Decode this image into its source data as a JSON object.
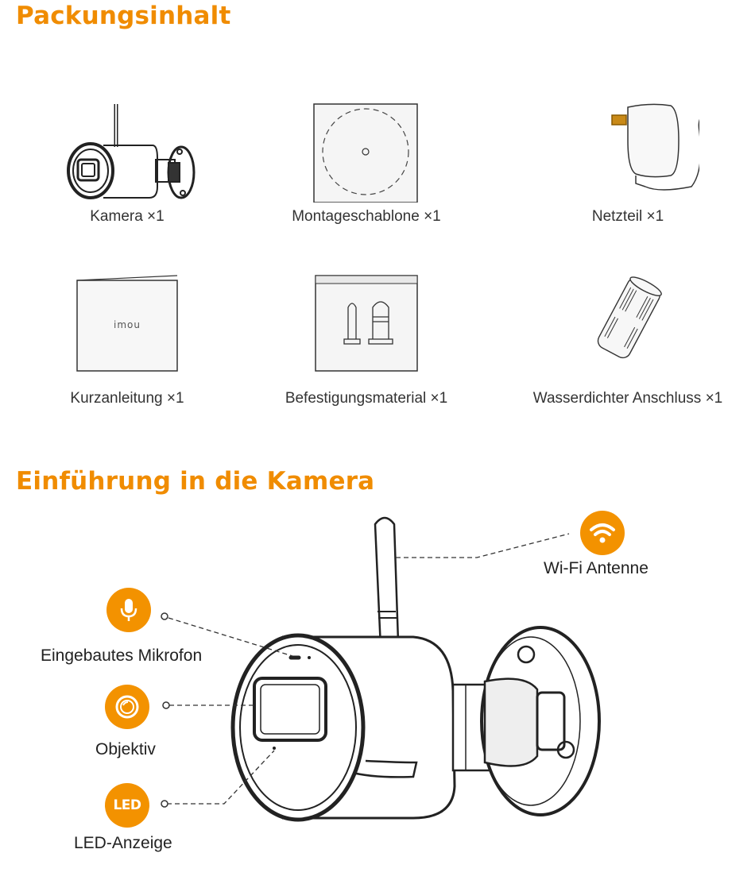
{
  "sections": {
    "package_title": "Packungsinhalt",
    "intro_title": "Einführung in die Kamera"
  },
  "package_items": [
    {
      "label": "Kamera ×1",
      "icon": "camera-icon"
    },
    {
      "label": "Montageschablone ×1",
      "icon": "mounting-template-icon"
    },
    {
      "label": "Netzteil ×1",
      "icon": "power-adapter-icon"
    },
    {
      "label": "Kurzanleitung ×1",
      "icon": "quick-guide-icon"
    },
    {
      "label": "Befestigungsmaterial ×1",
      "icon": "screw-package-icon"
    },
    {
      "label": "Wasserdichter Anschluss ×1",
      "icon": "waterproof-connector-icon"
    }
  ],
  "guide_logo": "imou",
  "callouts": {
    "wifi": {
      "label": "Wi-Fi Antenne",
      "icon": "wifi-icon"
    },
    "mic": {
      "label": "Eingebautes Mikrofon",
      "icon": "microphone-icon"
    },
    "lens": {
      "label": "Objektiv",
      "icon": "lens-icon"
    },
    "led": {
      "label": "LED-Anzeige",
      "badge_text": "LED",
      "icon": "led-icon"
    }
  },
  "colors": {
    "accent": "#f39200",
    "title": "#f08c00",
    "line": "#333333"
  }
}
